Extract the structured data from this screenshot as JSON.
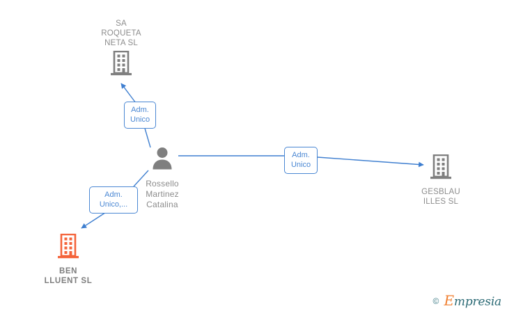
{
  "graph": {
    "nodes": [
      {
        "id": "sa-roqueta-neta",
        "label": "SA\nROQUETA\nNETA  SL",
        "type": "company",
        "icon": "building-icon",
        "color": "#7f7f7f",
        "highlighted": false
      },
      {
        "id": "rossello-martinez-catalina",
        "label": "Rossello\nMartinez\nCatalina",
        "type": "person",
        "icon": "person-icon",
        "color": "#7f7f7f",
        "highlighted": false
      },
      {
        "id": "gesblau-illes",
        "label": "GESBLAU\nILLES  SL",
        "type": "company",
        "icon": "building-icon",
        "color": "#7f7f7f",
        "highlighted": false
      },
      {
        "id": "ben-lluent",
        "label": "BEN\nLLUENT  SL",
        "type": "company",
        "icon": "building-icon",
        "color": "#f4633a",
        "highlighted": true
      }
    ],
    "edges": [
      {
        "id": "edge-to-sa-roqueta-neta",
        "from": "rossello-martinez-catalina",
        "to": "sa-roqueta-neta",
        "label": "Adm.\nUnico",
        "color": "#3f7fd0"
      },
      {
        "id": "edge-to-gesblau-illes",
        "from": "rossello-martinez-catalina",
        "to": "gesblau-illes",
        "label": "Adm.\nUnico",
        "color": "#3f7fd0"
      },
      {
        "id": "edge-to-ben-lluent",
        "from": "rossello-martinez-catalina",
        "to": "ben-lluent",
        "label": "Adm.\nUnico,...",
        "color": "#3f7fd0"
      }
    ]
  },
  "watermark": {
    "copyright": "©",
    "brand_initial": "E",
    "brand_rest": "mpresia"
  }
}
